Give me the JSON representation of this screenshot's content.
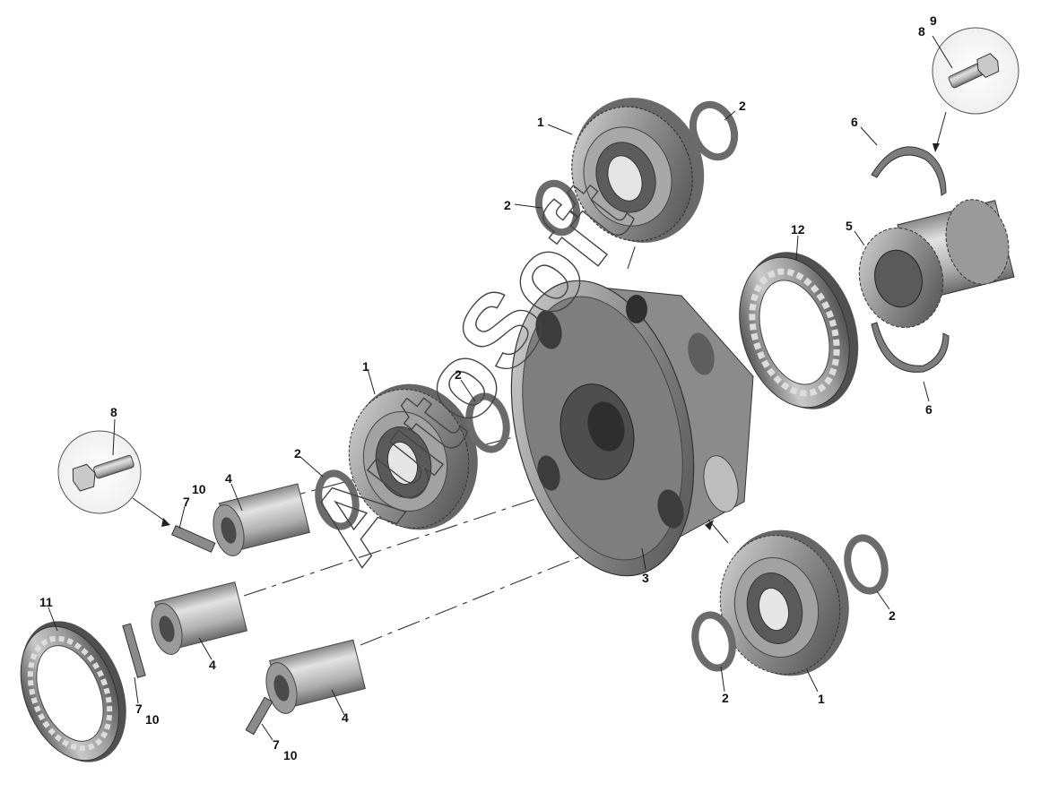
{
  "watermark": "AutoSoft",
  "callouts": {
    "top_gear_part": "1",
    "top_ring_right": "2",
    "top_ring_left": "2",
    "detail_top_bolt": "8",
    "detail_top_bolt_b": "9",
    "lock_plate_top": "6",
    "bearing_12": "12",
    "sun_gear": "5",
    "lock_plate_bottom": "6",
    "center_ring": "2",
    "center_gear": "1",
    "detail_left_bolt": "8",
    "left_ring": "2",
    "axle_top": "4",
    "strip_top_7": "7",
    "strip_top_10": "10",
    "carrier": "3",
    "bottom_gear": "1",
    "bottom_ring_right": "2",
    "bottom_ring_left": "2",
    "bearing_11": "11",
    "axle_mid": "4",
    "strip_mid_7": "7",
    "strip_mid_10": "10",
    "axle_bottom": "4",
    "strip_bot_7": "7",
    "strip_bot_10": "10"
  }
}
